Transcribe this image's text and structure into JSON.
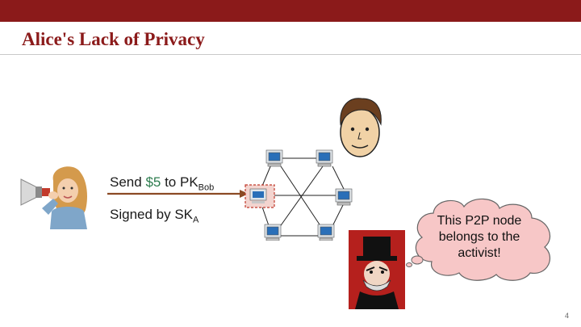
{
  "slide": {
    "title": "Alice's Lack of Privacy",
    "page_number": "4"
  },
  "message": {
    "line1_prefix": "Send ",
    "line1_amount": "$5",
    "line1_mid": " to PK",
    "line1_sub": "Bob",
    "line2_prefix": "Signed by SK",
    "line2_sub": "A"
  },
  "callout": {
    "text": "This P2P node belongs to  the activist!"
  },
  "colors": {
    "brand": "#8b1a1a",
    "amount": "#2e7d4f",
    "highlight": "#c0392b",
    "cloud_fill": "#f7c7c7"
  }
}
